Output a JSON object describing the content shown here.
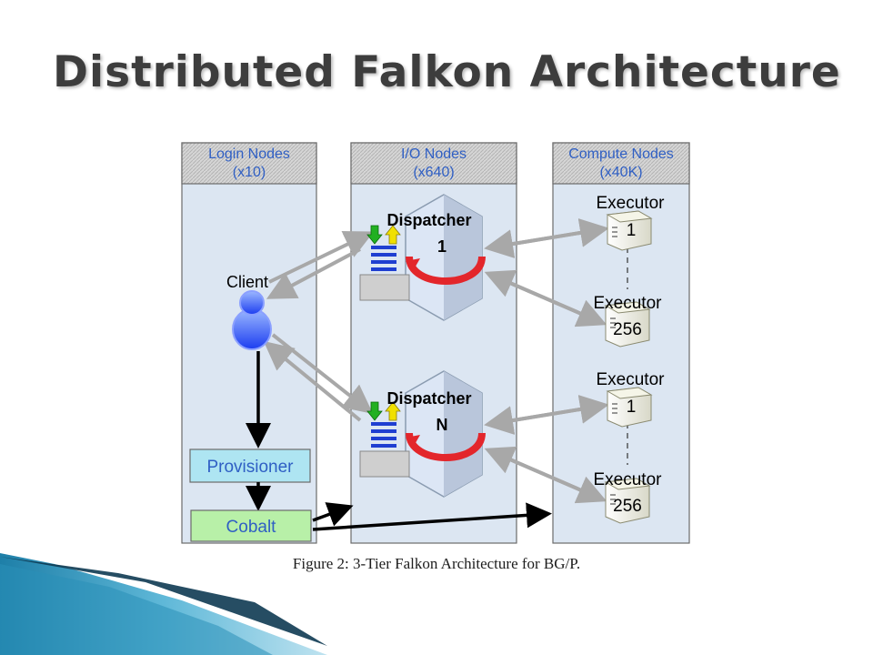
{
  "title": "Distributed Falkon Architecture",
  "caption": "Figure 2: 3-Tier Falkon Architecture for BG/P.",
  "columns": [
    {
      "name": "Login Nodes",
      "count": "(x10)"
    },
    {
      "name": "I/O Nodes",
      "count": "(x640)"
    },
    {
      "name": "Compute Nodes",
      "count": "(x40K)"
    }
  ],
  "client_label": "Client",
  "provisioner_label": "Provisioner",
  "cobalt_label": "Cobalt",
  "dispatchers": [
    {
      "line1": "Dispatcher",
      "line2": "1"
    },
    {
      "line1": "Dispatcher",
      "line2": "N"
    }
  ],
  "executors": [
    {
      "label": "Executor",
      "num": "1"
    },
    {
      "label": "Executor",
      "num": "256"
    },
    {
      "label": "Executor",
      "num": "1"
    },
    {
      "label": "Executor",
      "num": "256"
    }
  ],
  "colors": {
    "header_text": "#2f5fc4",
    "column_fill": "#dce6f2",
    "provisioner_fill": "#aee5f2",
    "cobalt_fill": "#b8f0a8",
    "arrow_gray": "#a8a8a8",
    "red_arrow": "#e3262b",
    "title_text": "#3d3d3d"
  }
}
